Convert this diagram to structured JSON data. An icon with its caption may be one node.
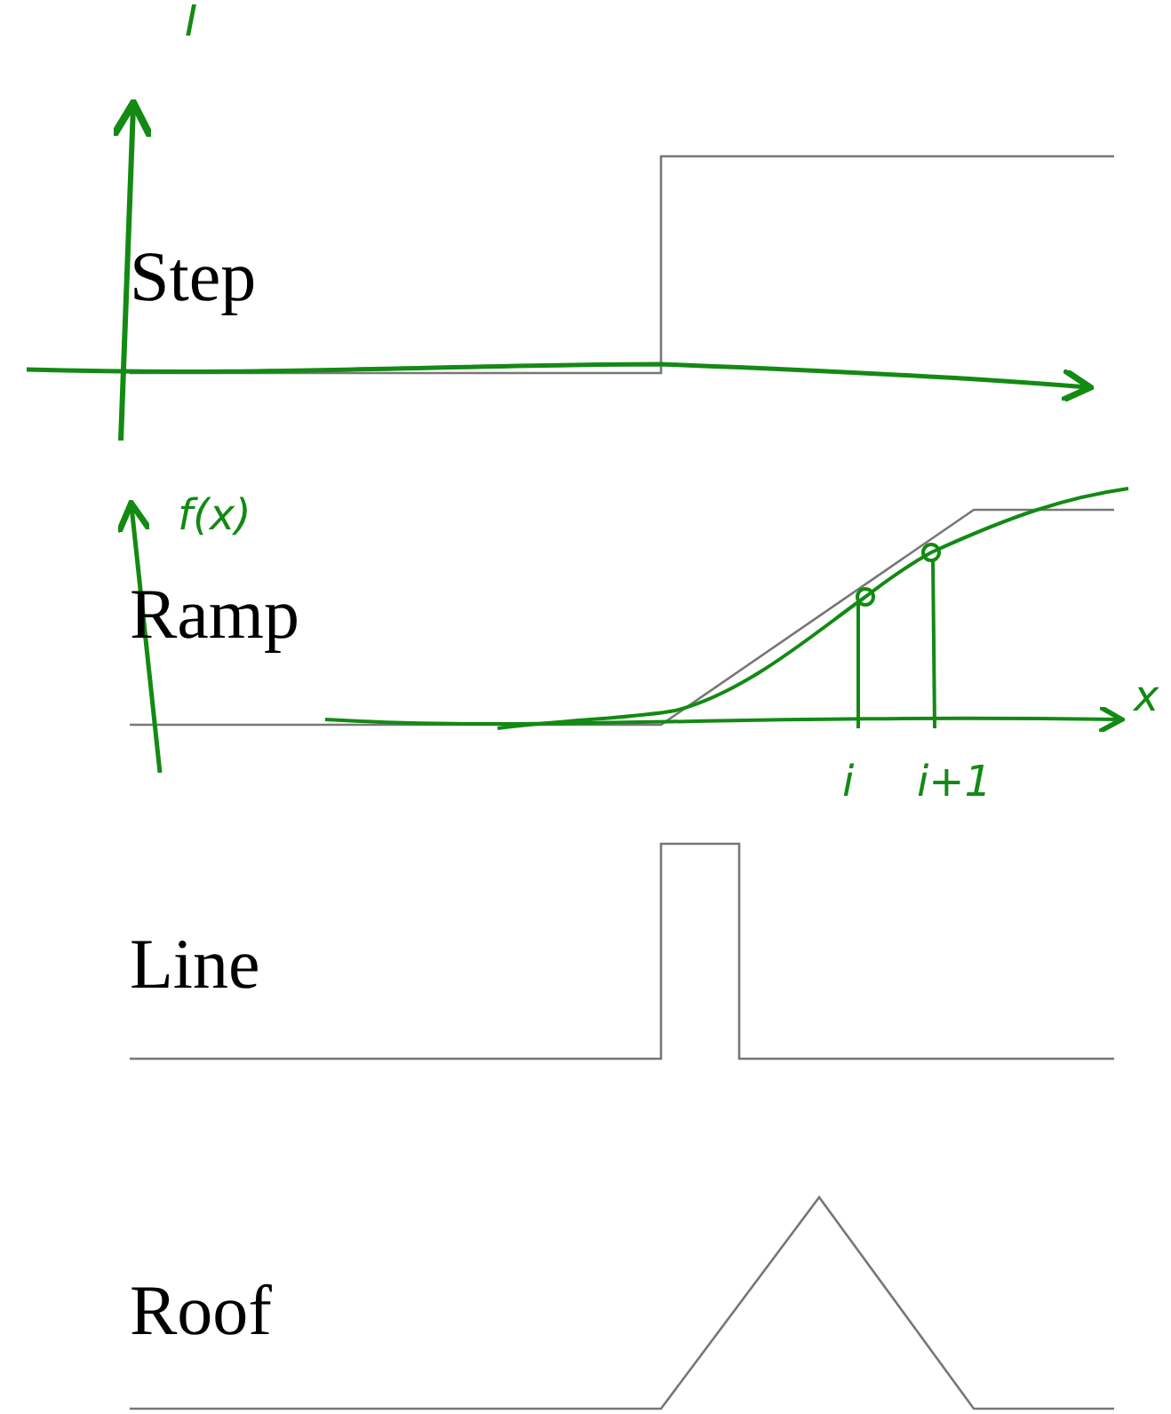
{
  "diagram": {
    "labels": [
      "I",
      "Step",
      "f(x)",
      "Ramp",
      "x",
      "i",
      "i+1",
      "Line",
      "Roof"
    ]
  }
}
